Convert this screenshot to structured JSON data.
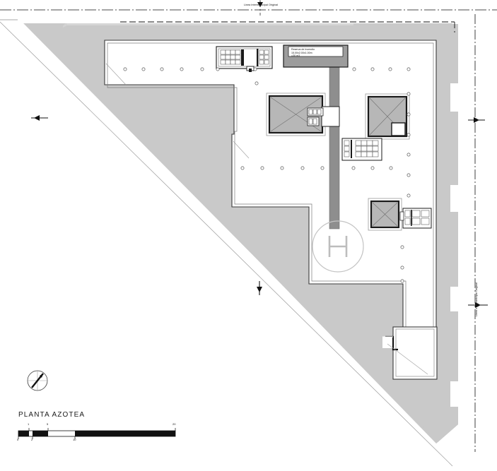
{
  "sheet": {
    "drawing_title": "PLANTA AZOTEA",
    "top_center_label": "Linea Intermunicipal Original",
    "right_vertical_label": "Linea Intermunicipal Original"
  },
  "annotations": {
    "water_tank": {
      "line1": "Reserva de Incendio",
      "line2": "15.00x2.00x1.00m",
      "line3": "=30 m3"
    },
    "helipad_mark": "H"
  },
  "scale_bar": {
    "ticks_above": [
      "1",
      "5",
      "20"
    ],
    "ticks_below": [
      "0",
      "2",
      "10"
    ]
  },
  "colors": {
    "ground_fill": "#c9c9c9",
    "roof_fill": "#ffffff",
    "shaft_fill": "#b5b5b5",
    "duct_fill": "#8a8a8a",
    "tank_fill": "#9a9a9a",
    "line": "#222222",
    "light_line": "#9a9a9a",
    "helipad_line": "#bdbdbd"
  },
  "icons": {
    "north_arrow": "compass-north-icon",
    "section_marker": "section-marker-icon",
    "column_dot": "column-grid-dot-icon"
  }
}
